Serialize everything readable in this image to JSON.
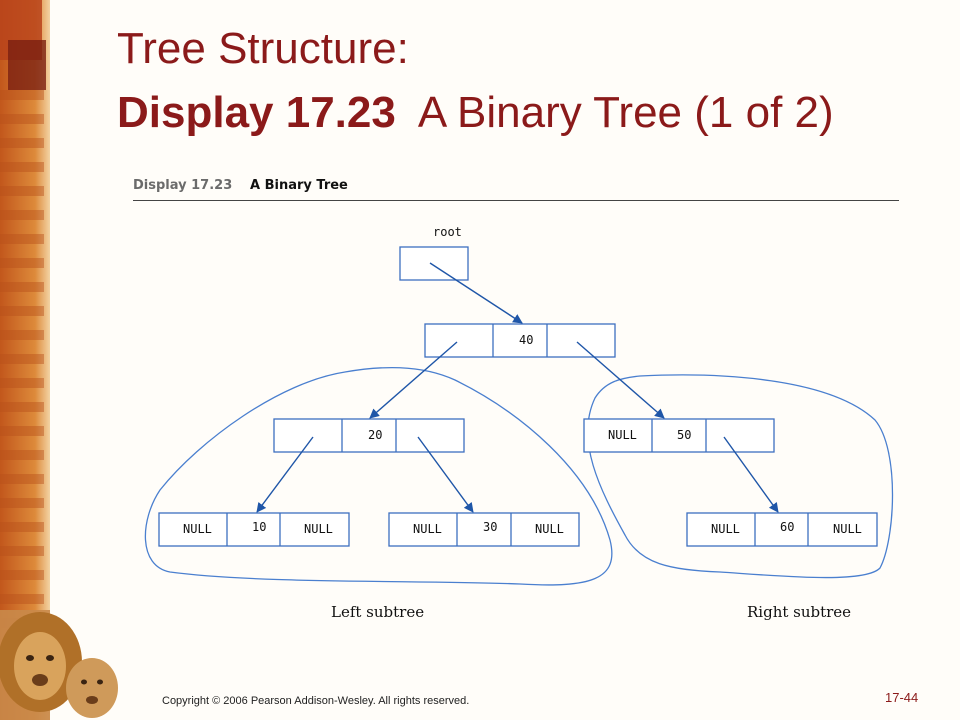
{
  "slide": {
    "title_line1": "Tree Structure:",
    "title_line2_bold": "Display 17.23",
    "title_line2_rest": "A Binary Tree (1 of 2)",
    "copyright": "Copyright © 2006 Pearson Addison-Wesley. All rights reserved.",
    "slide_number": "17-44"
  },
  "figure": {
    "label": "Display 17.23",
    "caption": "A Binary Tree",
    "root_label": "root",
    "null_text": "NULL",
    "nodes": [
      {
        "id": "n40",
        "value": "40",
        "left": "",
        "right": ""
      },
      {
        "id": "n20",
        "value": "20",
        "left": "",
        "right": ""
      },
      {
        "id": "n50",
        "value": "50",
        "left": "NULL",
        "right": ""
      },
      {
        "id": "n10",
        "value": "10",
        "left": "NULL",
        "right": "NULL"
      },
      {
        "id": "n30",
        "value": "30",
        "left": "NULL",
        "right": "NULL"
      },
      {
        "id": "n60",
        "value": "60",
        "left": "NULL",
        "right": "NULL"
      }
    ],
    "left_subtree_label": "Left subtree",
    "right_subtree_label": "Right subtree",
    "colors": {
      "arrow": "#1f56a8",
      "outline": "#4a7fcf",
      "box": "#3d6fbf",
      "title": "#8b1a1a"
    }
  }
}
